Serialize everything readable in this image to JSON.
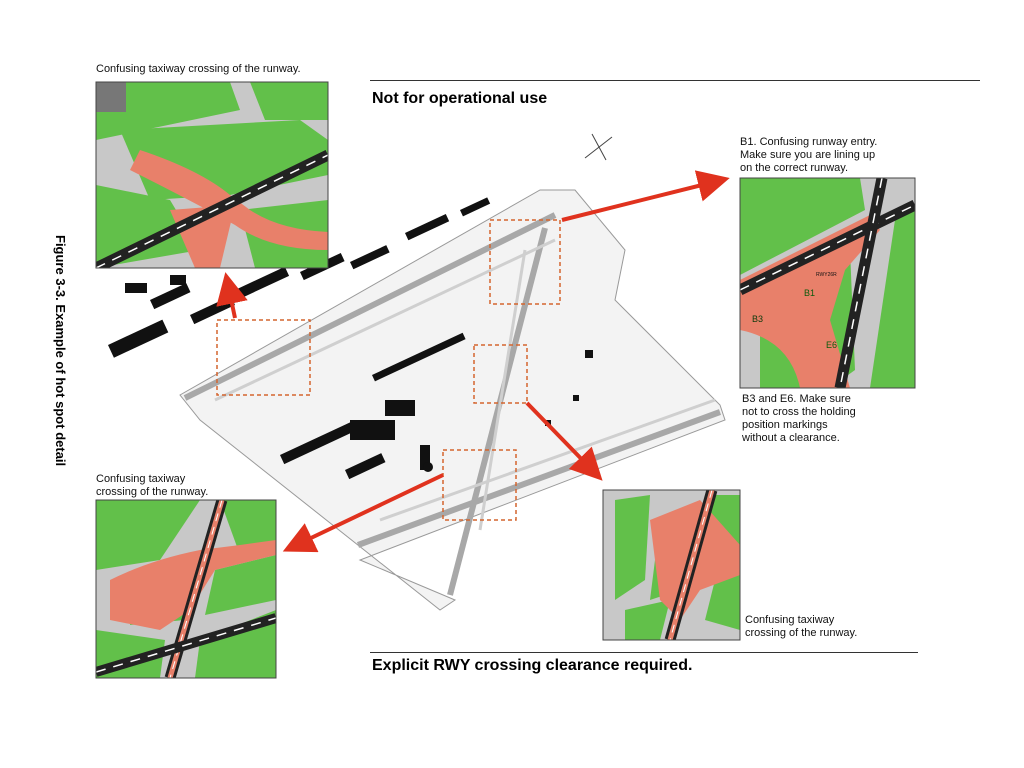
{
  "figure_label": "Figure 3-3.    Example of hot spot detail",
  "header_text": "Not for operational use",
  "footer_text": "Explicit RWY crossing clearance required.",
  "captions": {
    "top_left": "Confusing taxiway crossing of the runway.",
    "bottom_left": [
      "Confusing taxiway",
      "crossing of the runway."
    ],
    "b1": [
      "B1. Confusing runway entry.",
      "Make sure you are lining up",
      "on the correct runway."
    ],
    "b3e6": [
      "B3 and E6. Make sure",
      "not to cross the holding",
      "position markings",
      "without a clearance."
    ],
    "bottom_right": [
      "Confusing taxiway",
      "crossing of the runway."
    ]
  },
  "detail_labels": {
    "b1": "B1",
    "b3": "B3",
    "e6": "E6",
    "rwy": "RWY26R"
  },
  "colors": {
    "grass": "#62c04a",
    "taxiway": "#e8806a",
    "runway": "#222222",
    "arrow": "#e0321e",
    "hotspot": "#d4652e",
    "map_gray": "#bfbfbf"
  }
}
